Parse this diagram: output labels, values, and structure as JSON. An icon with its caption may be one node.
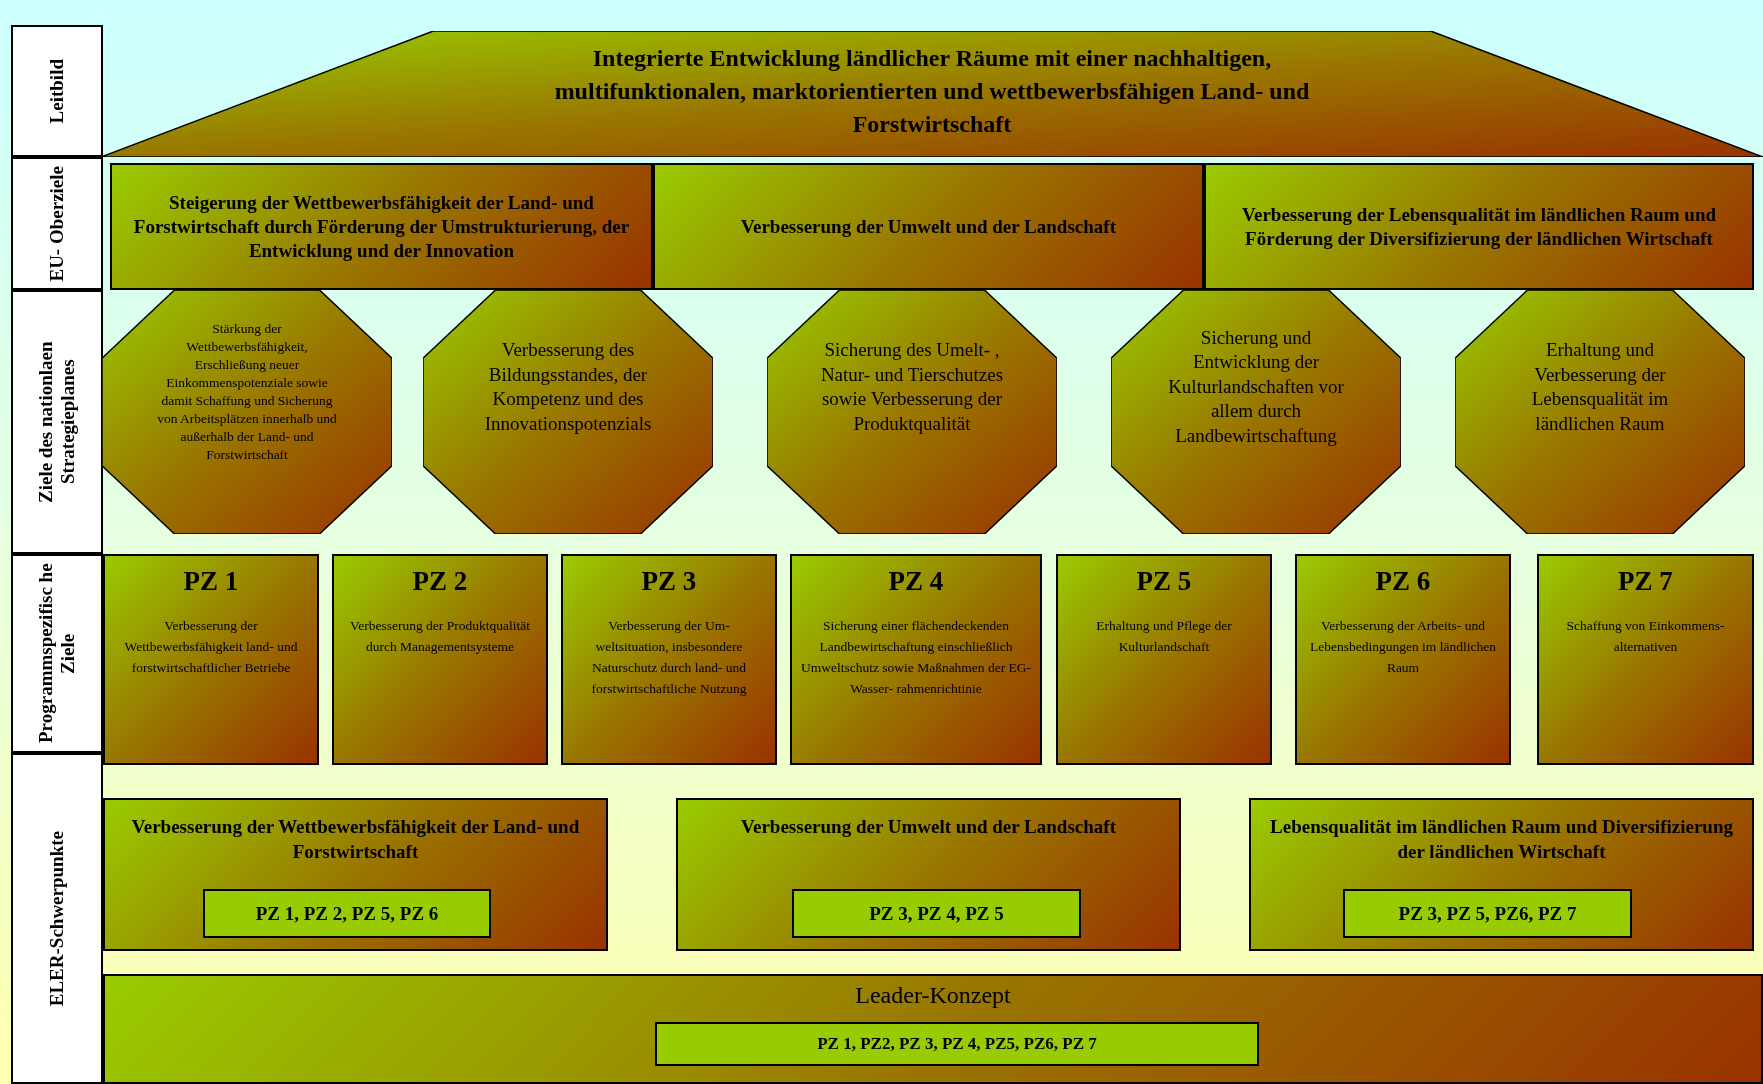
{
  "diagram": {
    "nodes": [
      {
        "text": [
          "Leitbild"
        ]
      },
      {
        "text": [
          "EU- Oberziele"
        ]
      },
      {
        "text": [
          "Ziele des nationlaen Strategieplanes"
        ]
      },
      {
        "text": [
          "Programmspezifisc he Ziele"
        ]
      },
      {
        "text": [
          "ELER-Schwerpunkte"
        ]
      },
      {
        "text": [
          "Integrierte Entwicklung ländlicher Räume mit einer nachhaltigen, multifunktionalen, marktorientierten und wettbewerbsfähigen Land- und Forstwirtschaft"
        ]
      },
      {
        "text": [
          "Steigerung der Wettbewerbsfähigkeit der Land- und Forstwirtschaft durch Förderung der Umstrukturierung, der Entwicklung und der Innovation"
        ]
      },
      {
        "text": [
          "Verbesserung der Umwelt und der Landschaft"
        ]
      },
      {
        "text": [
          "Verbesserung der Lebensqualität im ländlichen Raum und Förderung der Diversifizierung der ländlichen Wirtschaft"
        ]
      },
      {
        "text": [
          "Stärkung der Wettbewerbsfähigkeit, Erschließung neuer Einkommenspotenziale sowie damit Schaffung und Sicherung von Arbeitsplätzen innerhalb und außerhalb der Land- und Forstwirtschaft"
        ]
      },
      {
        "text": [
          "Verbesserung des Bildungsstandes, der Kompetenz und des Innovationspotenzials"
        ]
      },
      {
        "text": [
          "Sicherung des Umelt- , Natur- und Tierschutzes sowie Verbesserung der Produktqualität"
        ]
      },
      {
        "text": [
          "Sicherung und Entwicklung der Kulturlandschaften vor allem durch Landbewirtschaftung"
        ]
      },
      {
        "text": [
          "Erhaltung und Verbesserung der Lebensqualität im ländlichen Raum"
        ]
      },
      {
        "text": [
          "PZ 1",
          "Verbesserung der Wettbewerbsfähigkeit land- und forstwirtschaftlicher Betriebe"
        ]
      },
      {
        "text": [
          "PZ 2",
          "Verbesserung der Produktqualität durch Managementsysteme"
        ]
      },
      {
        "text": [
          "PZ 3",
          "Verbesserung der Um- weltsituation, insbesondere Naturschutz durch land- und forstwirtschaftliche Nutzung"
        ]
      },
      {
        "text": [
          "PZ 4",
          "Sicherung einer flächendeckenden Landbewirtschaftung einschließlich Umweltschutz sowie Maßnahmen der EG-Wasser- rahmenrichtinie"
        ]
      },
      {
        "text": [
          "PZ 5",
          "Erhaltung und Pflege der Kulturlandschaft"
        ]
      },
      {
        "text": [
          "PZ 6",
          "Verbesserung der Arbeits- und Lebensbedingungen im ländlichen Raum"
        ]
      },
      {
        "text": [
          "PZ 7",
          "Schaffung von Einkommens- alternativen"
        ]
      },
      {
        "text": [
          "Verbesserung der Wettbewerbsfähigkeit der Land- und Forstwirtschaft"
        ]
      },
      {
        "text": [
          "PZ 1, PZ 2, PZ 5, PZ 6"
        ],
        "in": 21
      },
      {
        "text": [
          "Verbesserung der Umwelt und der Landschaft"
        ]
      },
      {
        "text": [
          "PZ 3, PZ 4, PZ 5"
        ],
        "in": 23
      },
      {
        "text": [
          "Lebensqualität im ländlichen Raum und Diversifizierung der ländlichen Wirtschaft"
        ]
      },
      {
        "text": [
          "PZ 3, PZ 5, PZ6, PZ 7"
        ],
        "in": 25
      },
      {
        "text": [
          "Leader-Konzept"
        ]
      },
      {
        "text": [
          "PZ 1, PZ2, PZ 3, PZ 4, PZ5, PZ6, PZ 7"
        ],
        "in": 27
      }
    ],
    "edges": []
  }
}
